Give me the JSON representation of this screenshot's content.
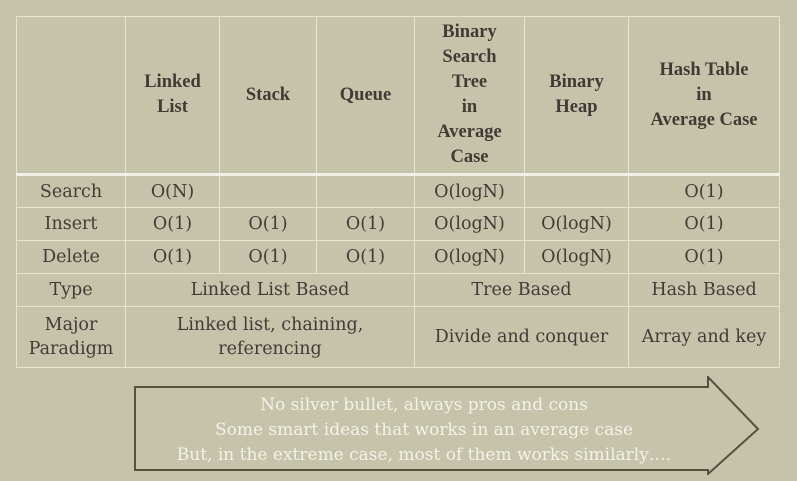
{
  "table": {
    "headers": [
      "",
      "Linked\nList",
      "Stack",
      "Queue",
      "Binary\nSearch\nTree\nin\nAverage\nCase",
      "Binary\nHeap",
      "Hash Table\nin\nAverage Case"
    ],
    "rows": {
      "search": [
        "Search",
        "O(N)",
        "",
        "",
        "O(logN)",
        "",
        "O(1)"
      ],
      "insert": [
        "Insert",
        "O(1)",
        "O(1)",
        "O(1)",
        "O(logN)",
        "O(logN)",
        "O(1)"
      ],
      "delete": [
        "Delete",
        "O(1)",
        "O(1)",
        "O(1)",
        "O(logN)",
        "O(logN)",
        "O(1)"
      ]
    },
    "type_row": {
      "label": "Type",
      "linked": "Linked List Based",
      "tree": "Tree Based",
      "hash": "Hash Based"
    },
    "paradigm_row": {
      "label": "Major\nParadigm",
      "linked": "Linked list, chaining,\nreferencing",
      "tree": "Divide and conquer",
      "hash": "Array and key"
    }
  },
  "banner": {
    "line1": "No silver bullet, always pros and cons",
    "line2": "Some smart ideas that works in an average case",
    "line3": "But, in the extreme case, most of them works similarly…."
  },
  "colors": {
    "background": "#c6c3ab",
    "text": "#403c35",
    "grid": "#e6e3d2",
    "banner_stroke": "#56503f",
    "banner_text": "#f4f2e6"
  }
}
